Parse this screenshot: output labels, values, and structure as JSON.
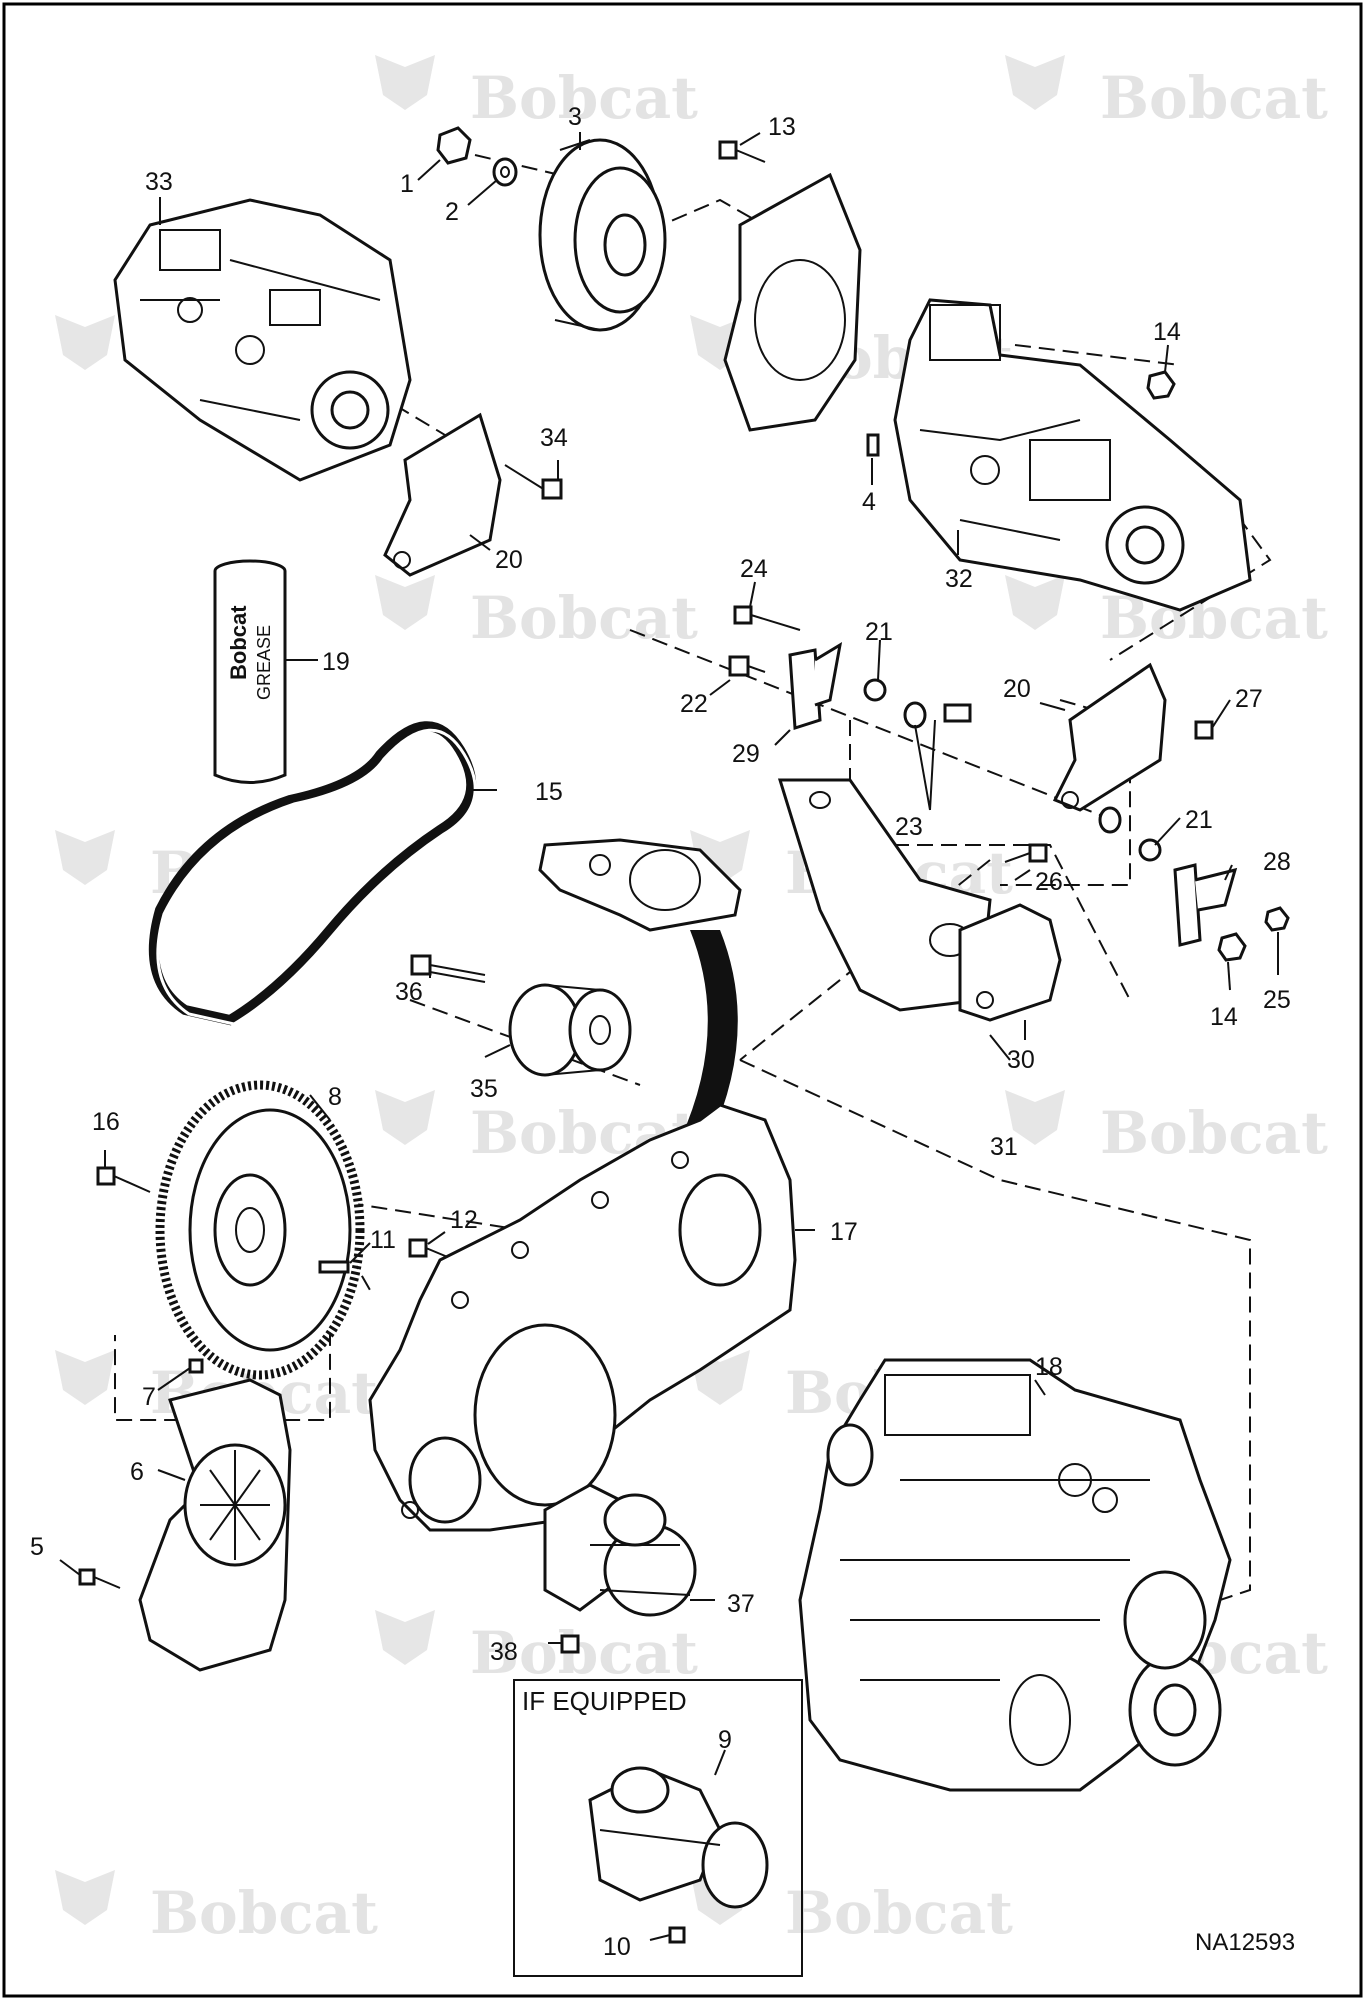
{
  "diagram": {
    "watermark_text": "Bobcat",
    "drawing_id": "NA12593",
    "if_equipped_label": "IF EQUIPPED",
    "grease_label_brand": "Bobcat",
    "grease_label_product": "GREASE",
    "callouts": [
      {
        "id": "c1",
        "label": "1"
      },
      {
        "id": "c2",
        "label": "2"
      },
      {
        "id": "c3",
        "label": "3"
      },
      {
        "id": "c4",
        "label": "4"
      },
      {
        "id": "c5",
        "label": "5"
      },
      {
        "id": "c6",
        "label": "6"
      },
      {
        "id": "c7",
        "label": "7"
      },
      {
        "id": "c8",
        "label": "8"
      },
      {
        "id": "c9",
        "label": "9"
      },
      {
        "id": "c10",
        "label": "10"
      },
      {
        "id": "c11",
        "label": "11"
      },
      {
        "id": "c12",
        "label": "12"
      },
      {
        "id": "c13",
        "label": "13"
      },
      {
        "id": "c14a",
        "label": "14"
      },
      {
        "id": "c14b",
        "label": "14"
      },
      {
        "id": "c15",
        "label": "15"
      },
      {
        "id": "c16",
        "label": "16"
      },
      {
        "id": "c17",
        "label": "17"
      },
      {
        "id": "c18",
        "label": "18"
      },
      {
        "id": "c19",
        "label": "19"
      },
      {
        "id": "c20a",
        "label": "20"
      },
      {
        "id": "c20b",
        "label": "20"
      },
      {
        "id": "c21a",
        "label": "21"
      },
      {
        "id": "c21b",
        "label": "21"
      },
      {
        "id": "c22",
        "label": "22"
      },
      {
        "id": "c23",
        "label": "23"
      },
      {
        "id": "c24",
        "label": "24"
      },
      {
        "id": "c25",
        "label": "25"
      },
      {
        "id": "c26",
        "label": "26"
      },
      {
        "id": "c27",
        "label": "27"
      },
      {
        "id": "c28",
        "label": "28"
      },
      {
        "id": "c29",
        "label": "29"
      },
      {
        "id": "c30",
        "label": "30"
      },
      {
        "id": "c31",
        "label": "31"
      },
      {
        "id": "c32",
        "label": "32"
      },
      {
        "id": "c33",
        "label": "33"
      },
      {
        "id": "c34",
        "label": "34"
      },
      {
        "id": "c35",
        "label": "35"
      },
      {
        "id": "c36",
        "label": "36"
      },
      {
        "id": "c37",
        "label": "37"
      },
      {
        "id": "c38",
        "label": "38"
      }
    ]
  }
}
